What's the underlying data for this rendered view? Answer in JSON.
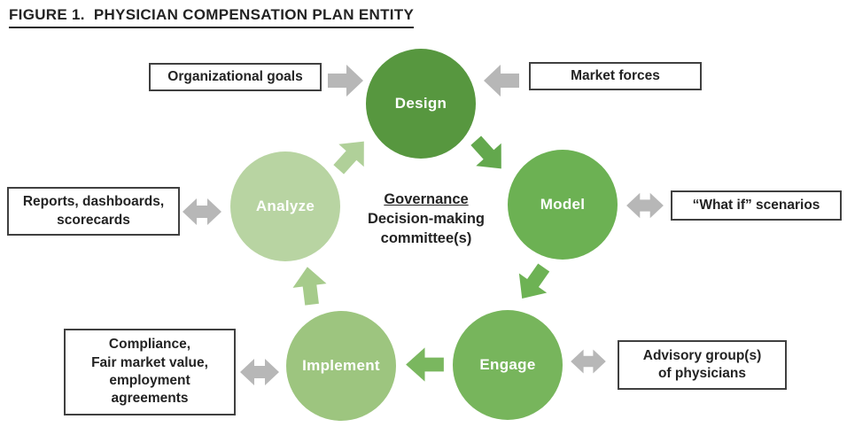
{
  "title": "FIGURE 1.  PHYSICIAN COMPENSATION PLAN ENTITY",
  "colors": {
    "gray_arrow": "#b7b7b7",
    "box_border": "#404040",
    "text": "#232323"
  },
  "center": {
    "heading": "Governance",
    "subheading": "Decision-making\ncommittee(s)"
  },
  "cycle": {
    "steps": [
      {
        "label": "Design",
        "color": "#57973f"
      },
      {
        "label": "Model",
        "color": "#6cb153"
      },
      {
        "label": "Engage",
        "color": "#77b55c"
      },
      {
        "label": "Implement",
        "color": "#9dc57f"
      },
      {
        "label": "Analyze",
        "color": "#b8d4a2"
      }
    ],
    "arrows": [
      {
        "from": "Analyze",
        "to": "Design",
        "color": "#b0d099"
      },
      {
        "from": "Design",
        "to": "Model",
        "color": "#63a84d"
      },
      {
        "from": "Model",
        "to": "Engage",
        "color": "#6db254"
      },
      {
        "from": "Engage",
        "to": "Implement",
        "color": "#7ab75f"
      },
      {
        "from": "Implement",
        "to": "Analyze",
        "color": "#a6cb8b"
      }
    ]
  },
  "callouts": [
    {
      "label": "Organizational goals",
      "arrow": "single-right",
      "connects_to": "Design"
    },
    {
      "label": "Market forces",
      "arrow": "single-left",
      "connects_to": "Design"
    },
    {
      "label": "“What if” scenarios",
      "arrow": "double",
      "connects_to": "Model"
    },
    {
      "label": "Advisory group(s)\nof physicians",
      "arrow": "double",
      "connects_to": "Engage"
    },
    {
      "label": "Compliance,\nFair market value,\nemployment\nagreements",
      "arrow": "double",
      "connects_to": "Implement"
    },
    {
      "label": "Reports, dashboards,\nscorecards",
      "arrow": "double",
      "connects_to": "Analyze"
    }
  ]
}
